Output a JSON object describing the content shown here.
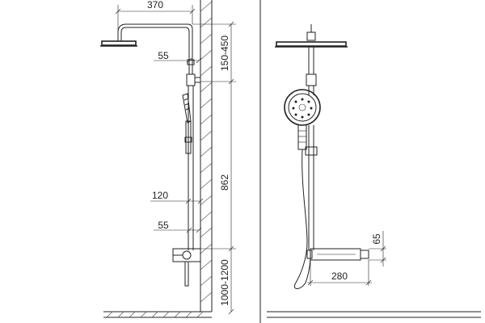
{
  "dimensions": {
    "width_arm": "370",
    "offset_upper": "55",
    "height_bracket": "150-450",
    "height_rail": "862",
    "spacing_lower": "120",
    "offset_lower": "55",
    "height_mount": "1000-1200",
    "valve_height": "65",
    "valve_width": "280"
  },
  "colors": {
    "line": "#222222",
    "background": "#ffffff"
  },
  "icons": {
    "side_view": "shower-column-side-view",
    "front_view": "shower-column-front-view"
  }
}
